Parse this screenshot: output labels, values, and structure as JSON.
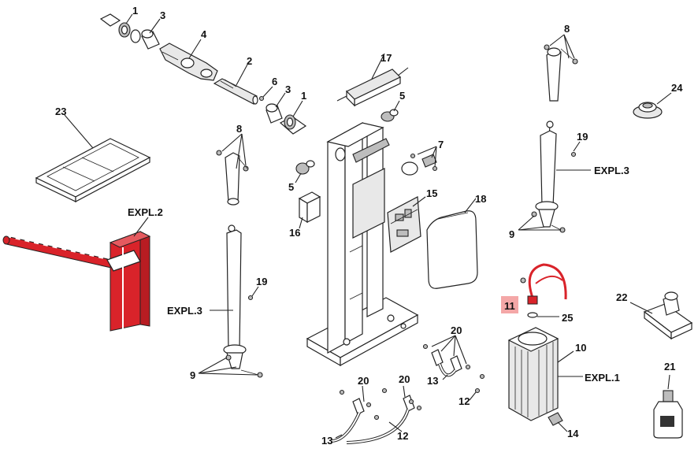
{
  "labels": {
    "p1a": "1",
    "p3a": "3",
    "p4": "4",
    "p2": "2",
    "p6": "6",
    "p3b": "3",
    "p1b": "1",
    "p17": "17",
    "p5a": "5",
    "p8a": "8",
    "p24": "24",
    "p23": "23",
    "p8b": "8",
    "p7": "7",
    "p19a": "19",
    "expl3a": "EXPL.3",
    "p5b": "5",
    "p15": "15",
    "p16": "16",
    "p18": "18",
    "expl2": "EXPL.2",
    "p9a": "9",
    "p19b": "19",
    "expl3b": "EXPL.3",
    "p22": "22",
    "p11": "11",
    "p25": "25",
    "p10": "10",
    "expl1": "EXPL.1",
    "p20a": "20",
    "p9b": "9",
    "p13a": "13",
    "p12a": "12",
    "p20b": "20",
    "p20c": "20",
    "p21": "21",
    "p13b": "13",
    "p12b": "12",
    "p14": "14"
  },
  "colors": {
    "boom_red": "#d9232a",
    "cable_red": "#d9232a",
    "highlight": "#f4a7a7",
    "line": "#222222"
  }
}
